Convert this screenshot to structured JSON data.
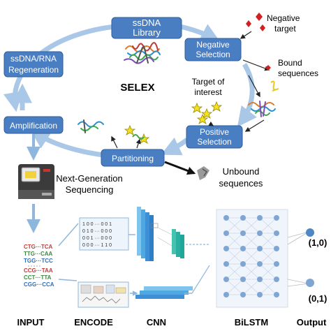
{
  "selex": {
    "title": "SELEX",
    "steps": {
      "library": [
        "ssDNA",
        "Library"
      ],
      "negative": [
        "Negative",
        "Selection"
      ],
      "positive": [
        "Positive",
        "Selection"
      ],
      "partitioning": "Partitioning",
      "amplification": "Amplification",
      "regeneration": [
        "ssDNA/RNA",
        "Regeneration"
      ]
    },
    "labels": {
      "negative_target": [
        "Negative",
        "target"
      ],
      "bound_sequences": [
        "Bound",
        "sequences"
      ],
      "target_of_interest": [
        "Target of",
        "interest"
      ],
      "unbound_sequences": [
        "Unbound",
        "sequences"
      ],
      "ngs": [
        "Next-Generation",
        "Sequencing"
      ]
    }
  },
  "pipeline": {
    "input_seqs": [
      "CTG···TCA",
      "TTG···CAA",
      "TGG···TCC",
      "CCG···TAA",
      "CCT···TTA",
      "CGG···CCA"
    ],
    "matrix_rows": [
      "1 0 0 ··· 0 0 1",
      "0 1 0 ··· 0 0 0",
      "0 0 1 ··· 0 0 0",
      "0 0 0 ··· 1 1 0"
    ],
    "outputs": [
      "(1,0)",
      "(0,1)"
    ],
    "stage_labels": [
      "INPUT",
      "ENCODE",
      "CNN",
      "BiLSTM",
      "Output"
    ]
  },
  "colors": {
    "box_fill": "#4a7ec2",
    "cycle": "#a9c7e6",
    "arrow_blue": "#8fb7de",
    "conv_blue": "#3d8fd6",
    "conv_teal": "#1fa79b",
    "lstm_node": "#7fa5d3",
    "out_node": "#4f86c6"
  },
  "icons": [
    "helix-icon",
    "star-icon",
    "sequencer-icon",
    "unbound-aptamer-icon"
  ]
}
